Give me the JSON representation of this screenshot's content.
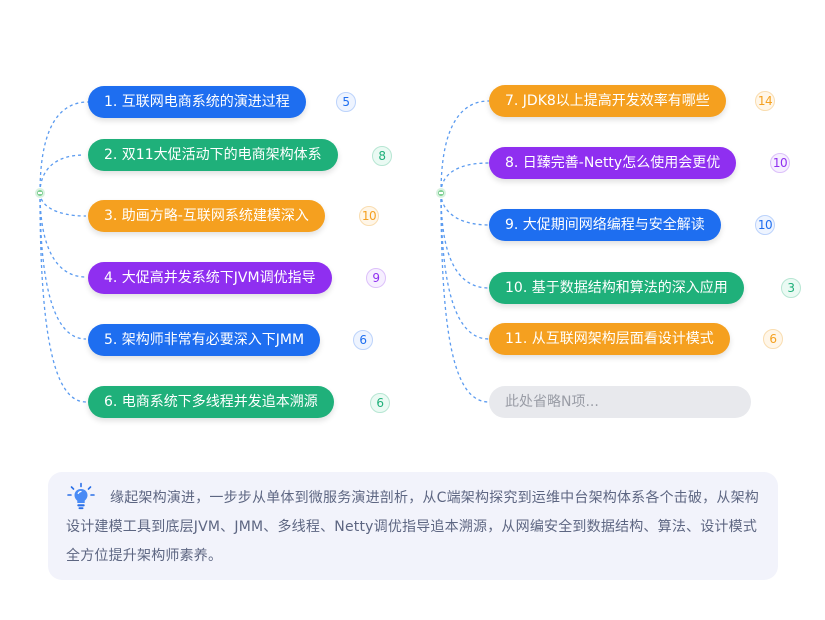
{
  "left_branch": {
    "items": [
      {
        "label": "1. 互联网电商系统的演进过程",
        "count": "5"
      },
      {
        "label": "2. 双11大促活动下的电商架构体系",
        "count": "8"
      },
      {
        "label": "3. 助画方略-互联网系统建模深入",
        "count": "10"
      },
      {
        "label": "4. 大促高并发系统下JVM调优指导",
        "count": "9"
      },
      {
        "label": "5. 架构师非常有必要深入下JMM",
        "count": "6"
      },
      {
        "label": "6. 电商系统下多线程并发追本溯源",
        "count": "6"
      }
    ]
  },
  "right_branch": {
    "items": [
      {
        "label": "7. JDK8以上提高开发效率有哪些",
        "count": "14"
      },
      {
        "label": "8. 日臻完善-Netty怎么使用会更优",
        "count": "10"
      },
      {
        "label": "9. 大促期间网络编程与安全解读",
        "count": "10"
      },
      {
        "label": "10. 基于数据结构和算法的深入应用",
        "count": "3"
      },
      {
        "label": "11. 从互联网架构层面看设计模式",
        "count": "6"
      }
    ],
    "more_label": "此处省略N项..."
  },
  "info": {
    "icon": "lightbulb-icon",
    "text": "缘起架构演进，一步步从单体到微服务演进剖析，从C端架构探究到运维中台架构体系各个击破，从架构设计建模工具到底层JVM、JMM、多线程、Netty调优指导追本溯源，从网编安全到数据结构、算法、设计模式全方位提升架构师素养。"
  },
  "colors": {
    "blue": "#1e6ef0",
    "green": "#1fb07a",
    "orange": "#f5a01f",
    "purple": "#8f2ff0",
    "connector": "#5b9bf0",
    "node": "#7fcf93"
  }
}
